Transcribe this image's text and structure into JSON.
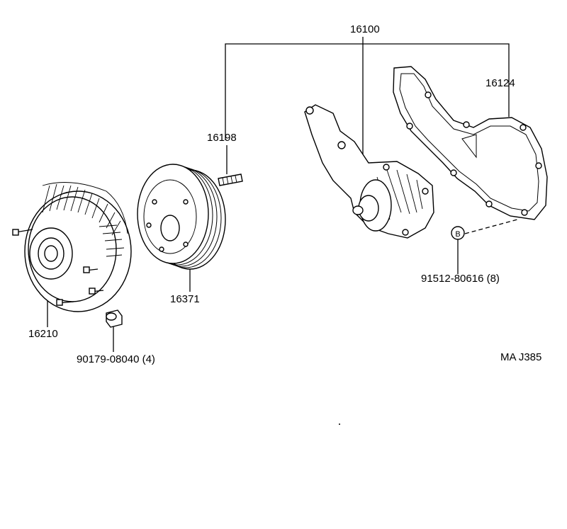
{
  "labels": {
    "assembly": "16100",
    "gasket": "16124",
    "stud": "16198",
    "fan_clutch": "16210",
    "pulley": "16371",
    "nut": "90179-08040 (4)",
    "bolt": "91512-80616 (8)",
    "bolt_marker": "B",
    "drawing_code": "MA J385"
  }
}
